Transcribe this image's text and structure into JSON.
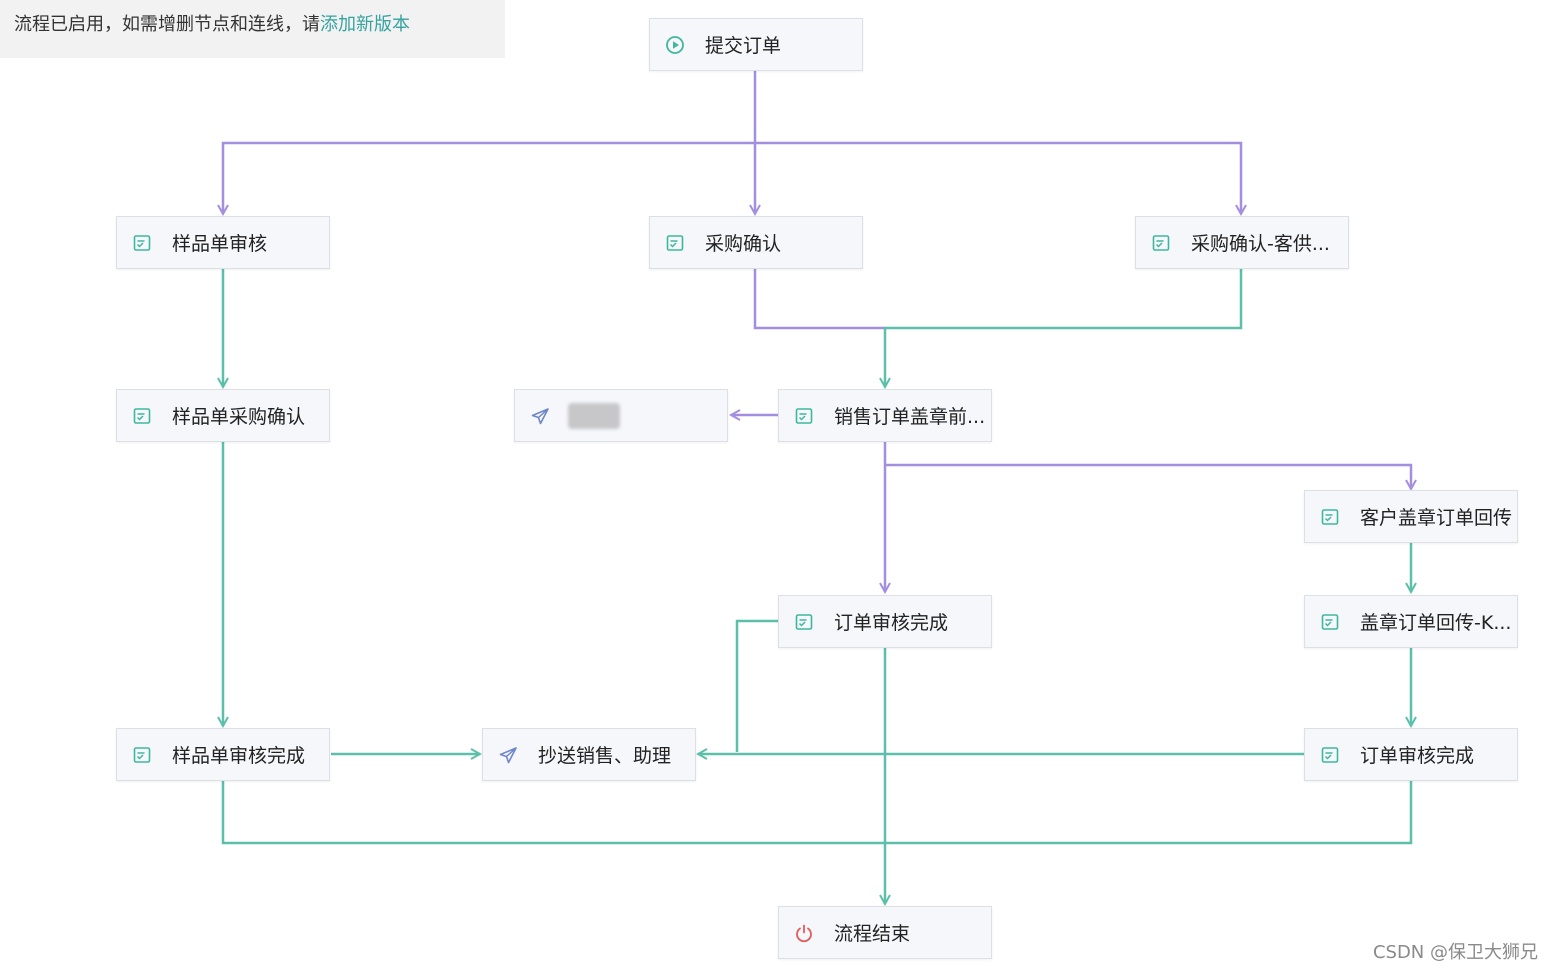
{
  "notice": {
    "text": "流程已启用，如需增删节点和连线，请",
    "link": "添加新版本"
  },
  "nodes": {
    "submit": "提交订单",
    "sample_review": "样品单审核",
    "purchase_confirm": "采购确认",
    "purchase_confirm_supplier": "采购确认-客供...",
    "sample_purchase_confirm": "样品单采购确认",
    "cc_blurred": "",
    "sales_stamp": "销售订单盖章前...",
    "customer_stamp_return": "客户盖章订单回传",
    "order_review_done_mid": "订单审核完成",
    "stamp_return_k": "盖章订单回传-K...",
    "sample_review_done": "样品单审核完成",
    "cc_sales_assistant": "抄送销售、助理",
    "order_review_done_right": "订单审核完成",
    "end": "流程结束"
  },
  "colors": {
    "purple_line": "#a48ee0",
    "teal_line": "#5cbfaa",
    "approval_icon": "#3fb79f",
    "send_icon": "#6f86c9",
    "start_icon": "#3fb79f",
    "end_icon": "#e35b5b"
  },
  "icons": {
    "start": "play-circle-icon",
    "approval": "approval-form-icon",
    "send": "paper-plane-icon",
    "end": "power-icon"
  },
  "watermark": "CSDN @保卫大狮兄"
}
